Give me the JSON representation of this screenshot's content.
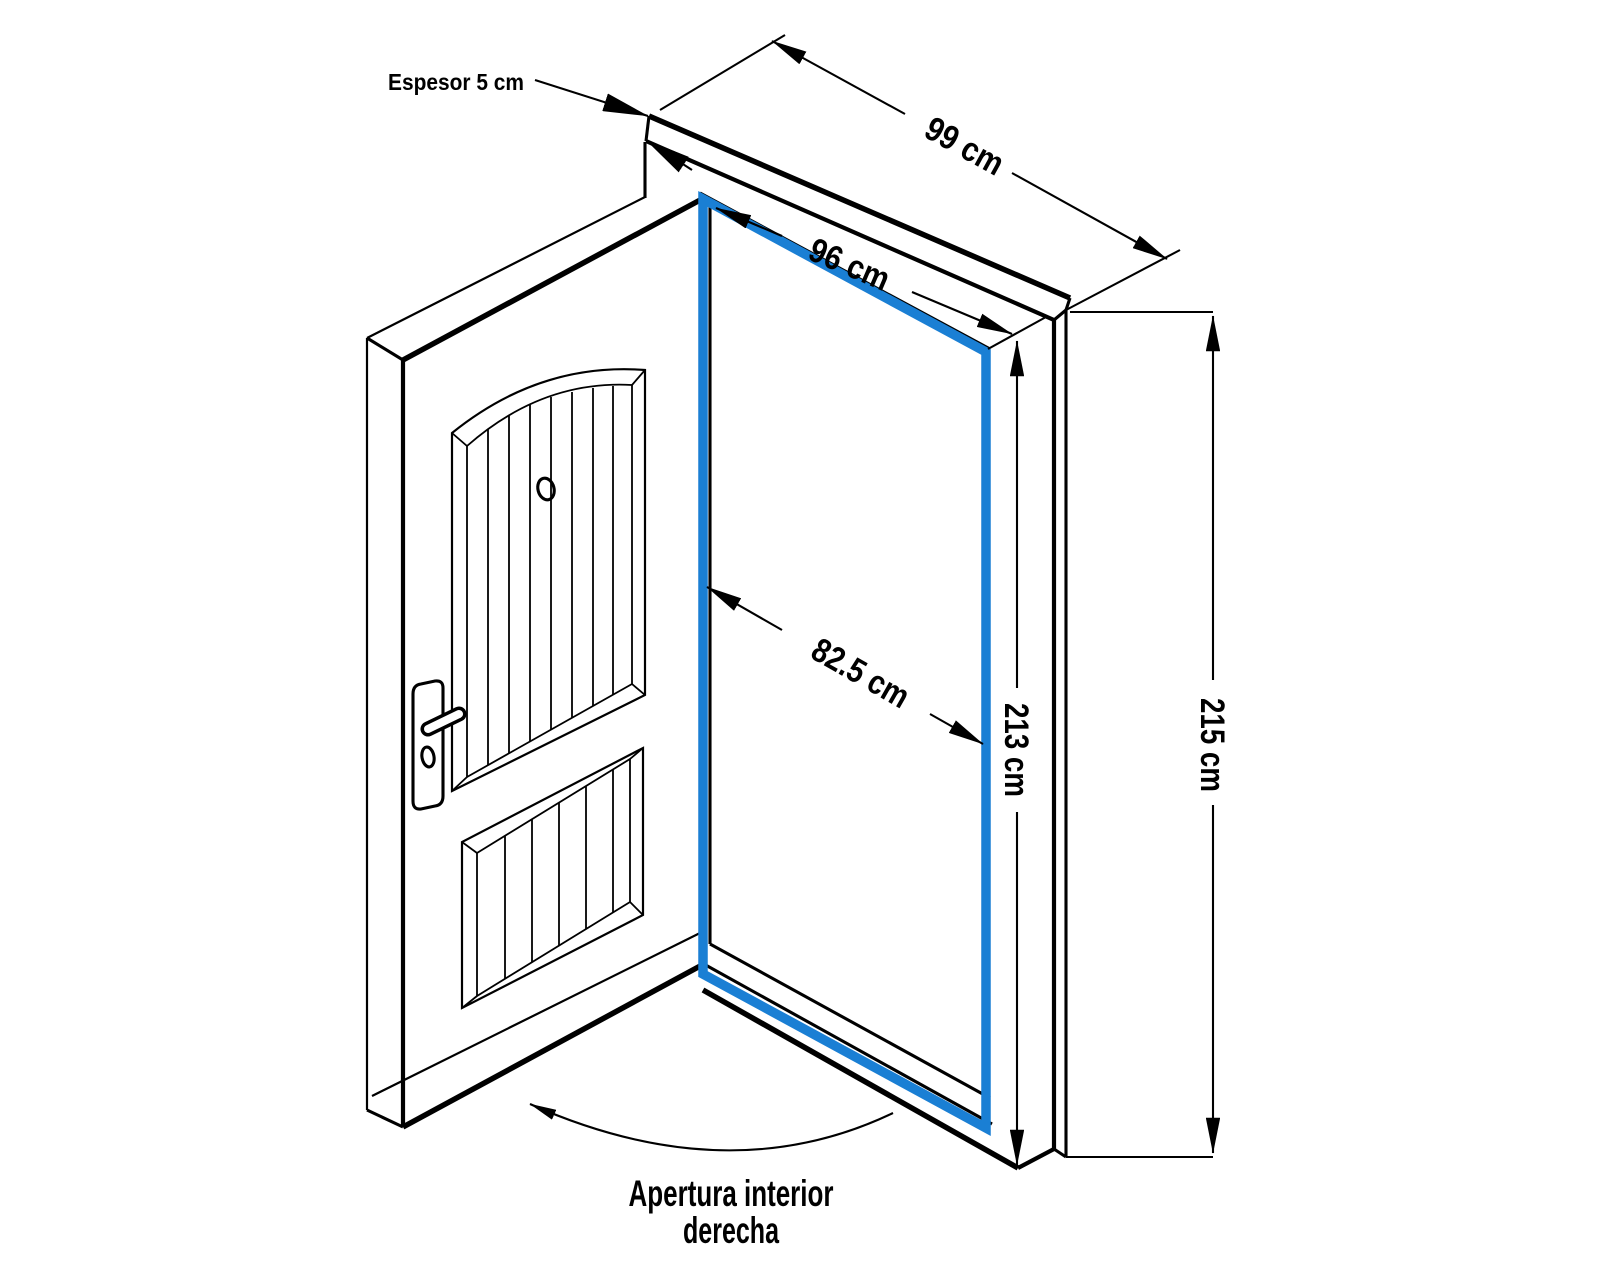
{
  "diagram": {
    "labels": {
      "thickness": "Espesor 5 cm",
      "outer_width": "99 cm",
      "inner_width": "96 cm",
      "leaf_width": "82.5 cm",
      "opening_height": "213 cm",
      "total_height": "215 cm",
      "swing_line1": "Apertura interior",
      "swing_line2": "derecha"
    },
    "colors": {
      "highlight_blue": "#1A7FD4",
      "line_black": "#000000",
      "background": "#FFFFFF"
    }
  }
}
